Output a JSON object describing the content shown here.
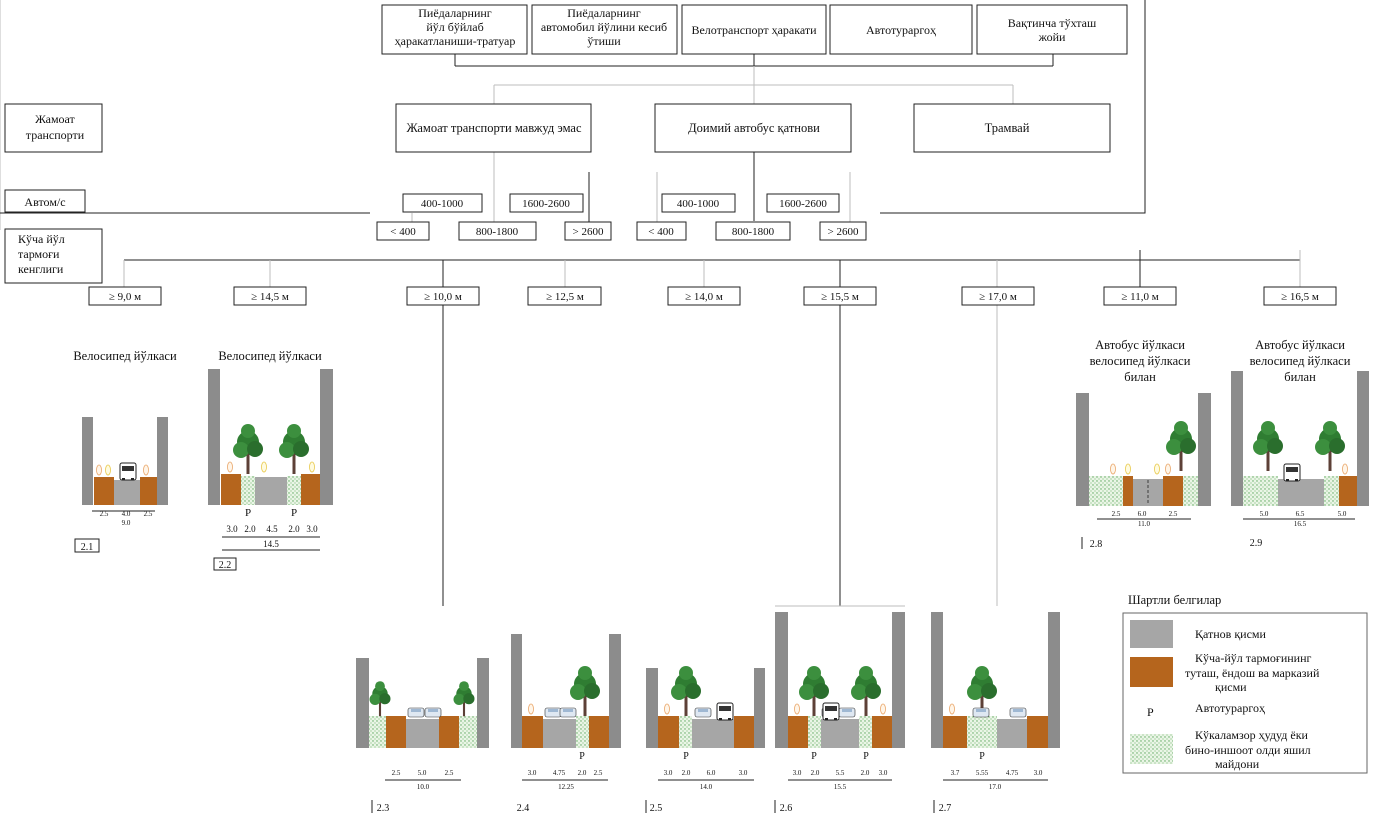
{
  "top_categories": [
    {
      "lines": [
        "Пиёдаларнинг",
        "йўл бўйлаб",
        "ҳаракатланиши-тратуар"
      ]
    },
    {
      "lines": [
        "Пиёдаларнинг",
        "автомобил йўлини кесиб",
        "ўтиши"
      ]
    },
    {
      "lines": [
        "Велотранспорт ҳаракати"
      ]
    },
    {
      "lines": [
        "Автотураргоҳ"
      ]
    },
    {
      "lines": [
        "Вақтинча тўхташ",
        "жойи"
      ]
    }
  ],
  "row_labels": {
    "public_transport": [
      "Жамоат",
      "транспорти"
    ],
    "auto": [
      "Автом/с"
    ],
    "street": [
      "Кўча йўл",
      "тармоғи",
      "кенглиги"
    ]
  },
  "transport_types": [
    "Жамоат транспорти мавжуд эмас",
    "Доимий автобус қатнови",
    "Трамвай"
  ],
  "flow_ranges": [
    "400-1000",
    "1600-2600",
    "400-1000",
    "1600-2600"
  ],
  "flow_low": [
    "< 400",
    "800-1800",
    "> 2600",
    "< 400",
    "800-1800",
    "> 2600"
  ],
  "widths": [
    "≥ 9,0 м",
    "≥ 14,5 м",
    "≥ 10,0 м",
    "≥ 12,5 м",
    "≥ 14,0 м",
    "≥ 15,5 м",
    "≥ 17,0 м",
    "≥ 11,0 м",
    "≥ 16,5 м"
  ],
  "section_titles": {
    "s21": [
      "Велосипед йўлкаси"
    ],
    "s22": [
      "Велосипед йўлкаси"
    ],
    "s28": [
      "Автобус йўлкаси",
      "велосипед йўлкаси",
      "билан"
    ],
    "s29": [
      "Автобус йўлкаси",
      "велосипед йўлкаси",
      "билан"
    ]
  },
  "sections": {
    "s21": {
      "label": "2.1",
      "dims": [
        "2.5",
        "4.0",
        "2.5"
      ],
      "total": "9.0"
    },
    "s22": {
      "label": "2.2",
      "dims": [
        "3.0",
        "2.0",
        "4.5",
        "2.0",
        "3.0"
      ],
      "total": "14.5",
      "p": "P"
    },
    "s23": {
      "label": "2.3",
      "dims": [
        "2.5",
        "5.0",
        "2.5"
      ],
      "total": "10.0"
    },
    "s24": {
      "label": "2.4",
      "dims": [
        "3.0",
        "4.75",
        "2.0",
        "2.5"
      ],
      "total": "12.25",
      "p": "P"
    },
    "s25": {
      "label": "2.5",
      "dims": [
        "3.0",
        "2.0",
        "6.0",
        "3.0"
      ],
      "total": "14.0",
      "p": "P"
    },
    "s26": {
      "label": "2.6",
      "dims": [
        "3.0",
        "2.0",
        "5.5",
        "2.0",
        "3.0"
      ],
      "total": "15.5",
      "p": "P"
    },
    "s27": {
      "label": "2.7",
      "dims": [
        "3.7",
        "5.55",
        "4.75",
        "3.0"
      ],
      "total": "17.0",
      "p": "P"
    },
    "s28": {
      "label": "2.8",
      "dims": [
        "2.5",
        "6.0",
        "2.5"
      ],
      "total": "11.0"
    },
    "s29": {
      "label": "2.9",
      "dims": [
        "5.0",
        "6.5",
        "5.0"
      ],
      "total": "16.5"
    }
  },
  "legend": {
    "title": "Шартли белгилар",
    "items": [
      {
        "key": "carriageway",
        "lines": [
          "Қатнов қисми"
        ],
        "color": "#a6a6a6"
      },
      {
        "key": "sidewalk",
        "lines": [
          "Кўча-йўл тармоғининг",
          "туташ, ёндош ва марказий",
          "қисми"
        ],
        "color": "#b5651d"
      },
      {
        "key": "parking",
        "symbol": "P",
        "lines": [
          "Автотураргоҳ"
        ]
      },
      {
        "key": "green",
        "lines": [
          "Кўкаламзор ҳудуд ёки",
          "бино-иншоот олди яшил",
          "майдони"
        ],
        "color": "#cde8c8"
      }
    ]
  },
  "colors": {
    "road": "#a6a6a6",
    "sidewalk": "#b5651d",
    "wall": "#8c8c8c",
    "tree_crown": "#2f7d32",
    "tree_trunk": "#5d4037",
    "green_strip": "#cde8c8"
  }
}
